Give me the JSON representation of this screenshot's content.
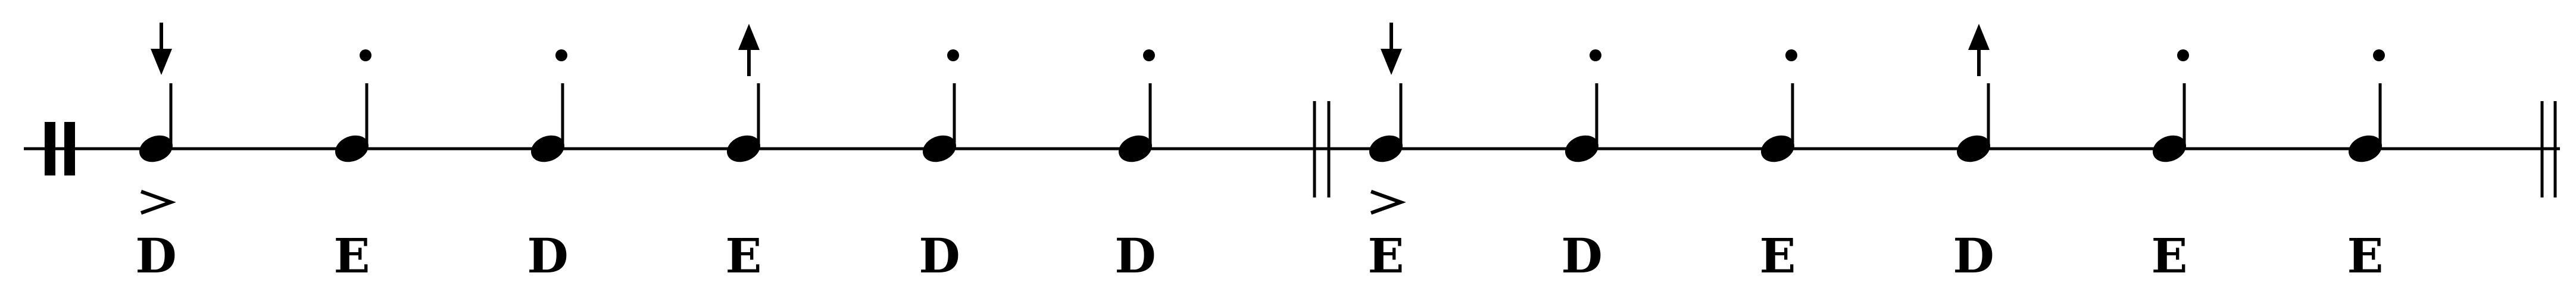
{
  "rhythm": {
    "measures": [
      {
        "notes": [
          {
            "hand": "D",
            "mark": "down-arrow",
            "accent": true
          },
          {
            "hand": "E",
            "mark": "dot",
            "accent": false
          },
          {
            "hand": "D",
            "mark": "dot",
            "accent": false
          },
          {
            "hand": "E",
            "mark": "up-arrow",
            "accent": false
          },
          {
            "hand": "D",
            "mark": "dot",
            "accent": false
          },
          {
            "hand": "D",
            "mark": "dot",
            "accent": false
          }
        ]
      },
      {
        "notes": [
          {
            "hand": "E",
            "mark": "down-arrow",
            "accent": true
          },
          {
            "hand": "D",
            "mark": "dot",
            "accent": false
          },
          {
            "hand": "E",
            "mark": "dot",
            "accent": false
          },
          {
            "hand": "D",
            "mark": "up-arrow",
            "accent": false
          },
          {
            "hand": "E",
            "mark": "dot",
            "accent": false
          },
          {
            "hand": "E",
            "mark": "dot",
            "accent": false
          }
        ]
      }
    ]
  }
}
